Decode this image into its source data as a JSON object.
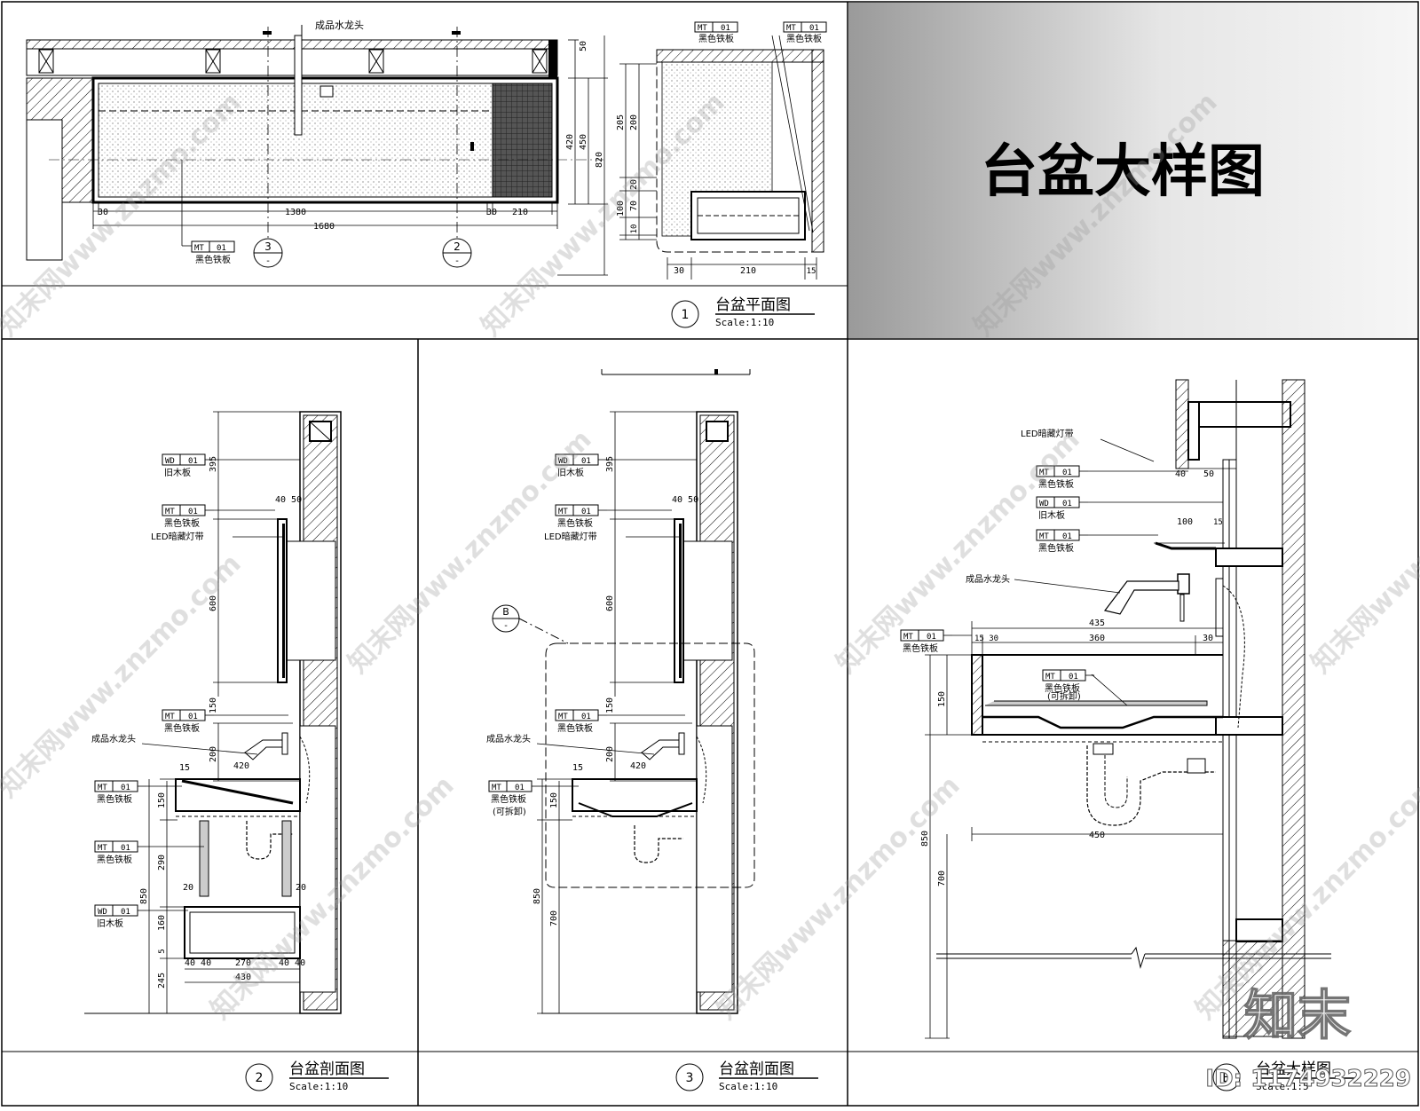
{
  "sheet": {
    "main_title": "台盆大样图",
    "id_text": "ID: 1174932229",
    "brand_mark": "知末"
  },
  "watermark": {
    "text": "知末网www.znzmo.com"
  },
  "views": {
    "plan": {
      "number": "1",
      "title": "台盆平面图",
      "scale": "Scale:1:10",
      "faucet_label": "成品水龙头",
      "tag_code": "MT",
      "tag_num": "01",
      "tag_material": "黑色铁板",
      "marker_3": "3",
      "marker_2": "2",
      "marker_dash": "-",
      "dims": {
        "d30": "30",
        "d1380": "1380",
        "d30b": "30",
        "d210": "210",
        "d1680": "1680",
        "d50": "50",
        "d420": "420",
        "d450": "450",
        "d820": "820",
        "d205": "205",
        "d200": "200",
        "d100": "100",
        "d20": "20",
        "d70": "70",
        "d10": "10",
        "d30c": "30",
        "d210b": "210",
        "d15": "15"
      },
      "detail_tags": [
        {
          "code": "MT",
          "num": "01",
          "material": "黑色铁板"
        },
        {
          "code": "MT",
          "num": "01",
          "material": "黑色铁板"
        }
      ]
    },
    "section2": {
      "number": "2",
      "title": "台盆剖面图",
      "scale": "Scale:1:10",
      "tags": [
        {
          "code": "WD",
          "num": "01",
          "material": "旧木板"
        },
        {
          "code": "MT",
          "num": "01",
          "material": "黑色铁板"
        },
        {
          "code": "MT",
          "num": "01",
          "material": "黑色铁板"
        },
        {
          "code": "MT",
          "num": "01",
          "material": "黑色铁板"
        },
        {
          "code": "MT",
          "num": "01",
          "material": "黑色铁板"
        },
        {
          "code": "WD",
          "num": "01",
          "material": "旧木板"
        }
      ],
      "led_label": "LED暗藏灯带",
      "faucet_label": "成品水龙头",
      "dims": {
        "d395": "395",
        "d600": "600",
        "d150": "150",
        "d200": "200",
        "d4050": "40 50",
        "d420": "420",
        "d15": "15",
        "d150b": "150",
        "d290": "290",
        "d850": "850",
        "d160": "160",
        "d245": "245",
        "d20": "20",
        "d20b": "20",
        "d4040": "40 40",
        "d270": "270",
        "d4040b": "40 40",
        "d430": "430",
        "d5": "5"
      }
    },
    "section3": {
      "number": "3",
      "title": "台盆剖面图",
      "scale": "Scale:1:10",
      "tags": [
        {
          "code": "WD",
          "num": "01",
          "material": "旧木板"
        },
        {
          "code": "MT",
          "num": "01",
          "material": "黑色铁板"
        },
        {
          "code": "MT",
          "num": "01",
          "material": "黑色铁板"
        },
        {
          "code": "MT",
          "num": "01",
          "material": "黑色铁板"
        }
      ],
      "removable": "(可拆卸)",
      "led_label": "LED暗藏灯带",
      "faucet_label": "成品水龙头",
      "callout": "B",
      "callout_dash": "-",
      "dims": {
        "d395": "395",
        "d600": "600",
        "d150": "150",
        "d200": "200",
        "d4050": "40 50",
        "d420": "420",
        "d15": "15",
        "d150b": "150",
        "d850": "850",
        "d700": "700"
      }
    },
    "detailB": {
      "number": "B",
      "title": "台盆大样图",
      "scale": "Scale:1:5",
      "led_label": "LED暗藏灯带",
      "faucet_label": "成品水龙头",
      "removable": "(可拆卸)",
      "tags": [
        {
          "code": "MT",
          "num": "01",
          "material": "黑色铁板"
        },
        {
          "code": "WD",
          "num": "01",
          "material": "旧木板"
        },
        {
          "code": "MT",
          "num": "01",
          "material": "黑色铁板"
        },
        {
          "code": "MT",
          "num": "01",
          "material": "黑色铁板"
        },
        {
          "code": "MT",
          "num": "01",
          "material": "黑色铁板"
        }
      ],
      "dims": {
        "d40": "40",
        "d50": "50",
        "d100": "100",
        "d15": "15",
        "d435": "435",
        "d1530": "15 30",
        "d360": "360",
        "d30": "30",
        "d150": "150",
        "d450": "450",
        "d850": "850",
        "d700": "700"
      }
    }
  }
}
